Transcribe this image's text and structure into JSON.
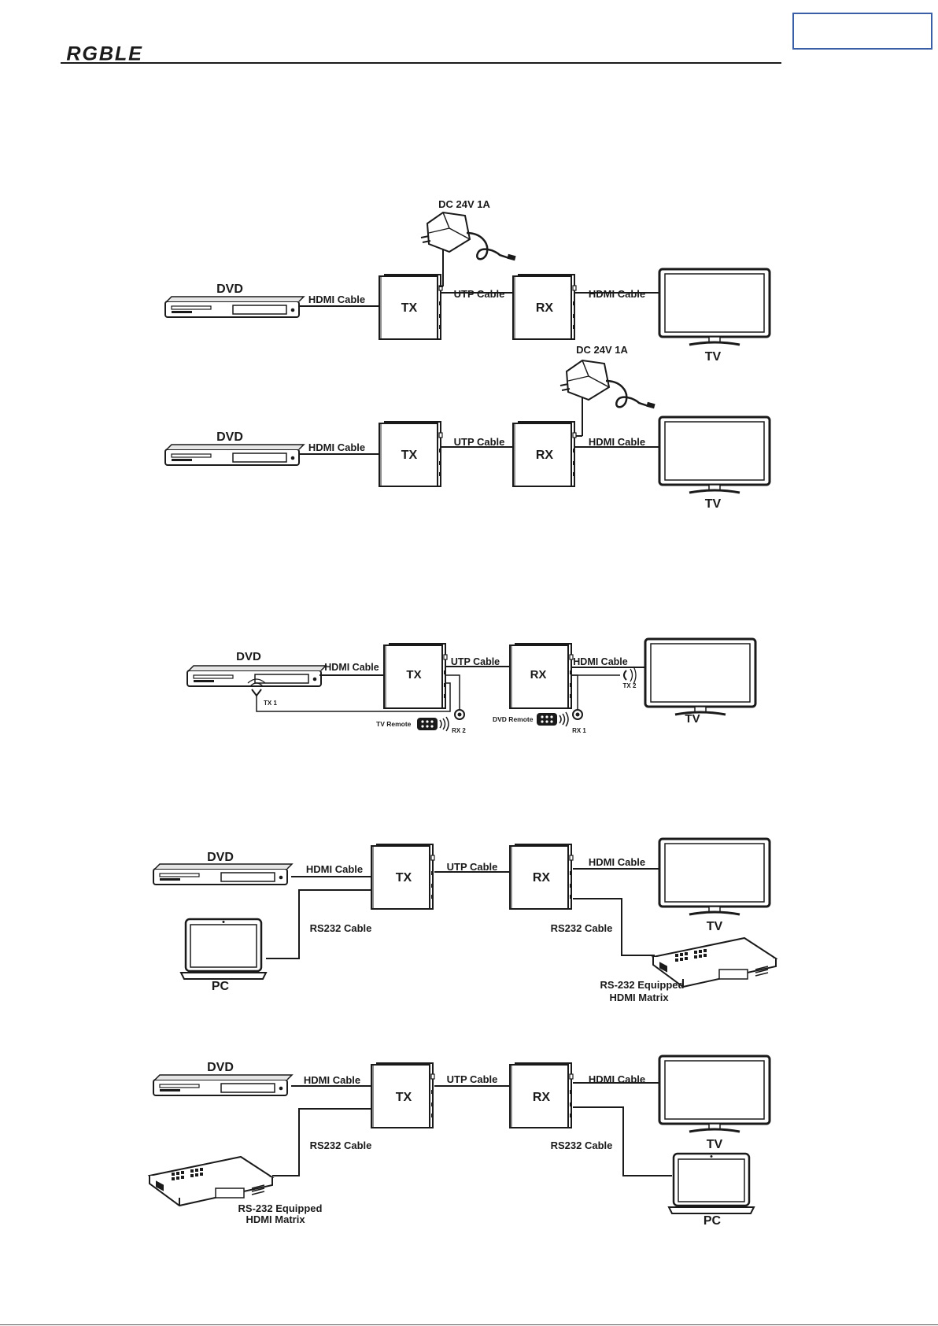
{
  "header": {
    "logo_text": "RGBLE"
  },
  "labels": {
    "dvd": "DVD",
    "tv": "TV",
    "pc": "PC",
    "tx": "TX",
    "rx": "RX",
    "hdmi_cable": "HDMI Cable",
    "utp_cable": "UTP Cable",
    "rs232_cable": "RS232 Cable",
    "power": "DC 24V 1A",
    "matrix_line1": "RS-232 Equipped",
    "matrix_line2": "HDMI Matrix",
    "tv_remote": "TV Remote",
    "dvd_remote": "DVD Remote",
    "tx1": "TX 1",
    "tx2": "TX 2",
    "rx1": "RX 1",
    "rx2": "RX 2"
  },
  "colors": {
    "ink": "#1a1a1a",
    "accent_box": "#3b5fa7"
  }
}
